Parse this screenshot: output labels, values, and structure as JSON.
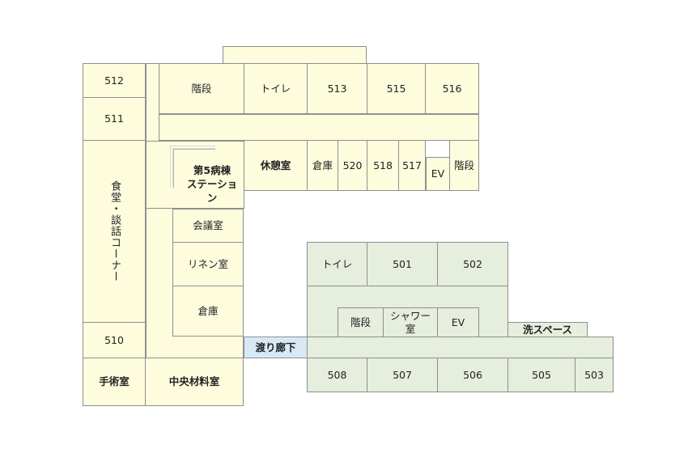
{
  "colors": {
    "building_yellow": "#fdfcdd",
    "building_green": "#e6eedd",
    "corridor_blue": "#d7e9f7",
    "wall_line": "#8f8f8f",
    "text": "#222222"
  },
  "rooms": {
    "r512": "512",
    "r511": "511",
    "dining": "食堂・談話コーナー",
    "r510": "510",
    "surgery": "手術室",
    "central_supply": "中央材料室",
    "stairs_north": "階段",
    "toilet_north": "トイレ",
    "r513": "513",
    "r515": "515",
    "r516": "516",
    "nurse_station_line1": "第5病棟",
    "nurse_station_line2": "ステーション",
    "lounge": "休憩室",
    "storage_east": "倉庫",
    "r520": "520",
    "r518": "518",
    "r517": "517",
    "ev_north": "EV",
    "stairs_east": "階段",
    "meeting": "会議室",
    "linen": "リネン室",
    "storage_west": "倉庫",
    "corridor": "渡り廊下",
    "toilet_south": "トイレ",
    "r501": "501",
    "r502": "502",
    "stairs_south": "階段",
    "shower_line1": "シャワー",
    "shower_line2": "室",
    "ev_south": "EV",
    "wash_space": "洗スペース",
    "r508": "508",
    "r507": "507",
    "r506": "506",
    "r505": "505",
    "r503": "503"
  }
}
